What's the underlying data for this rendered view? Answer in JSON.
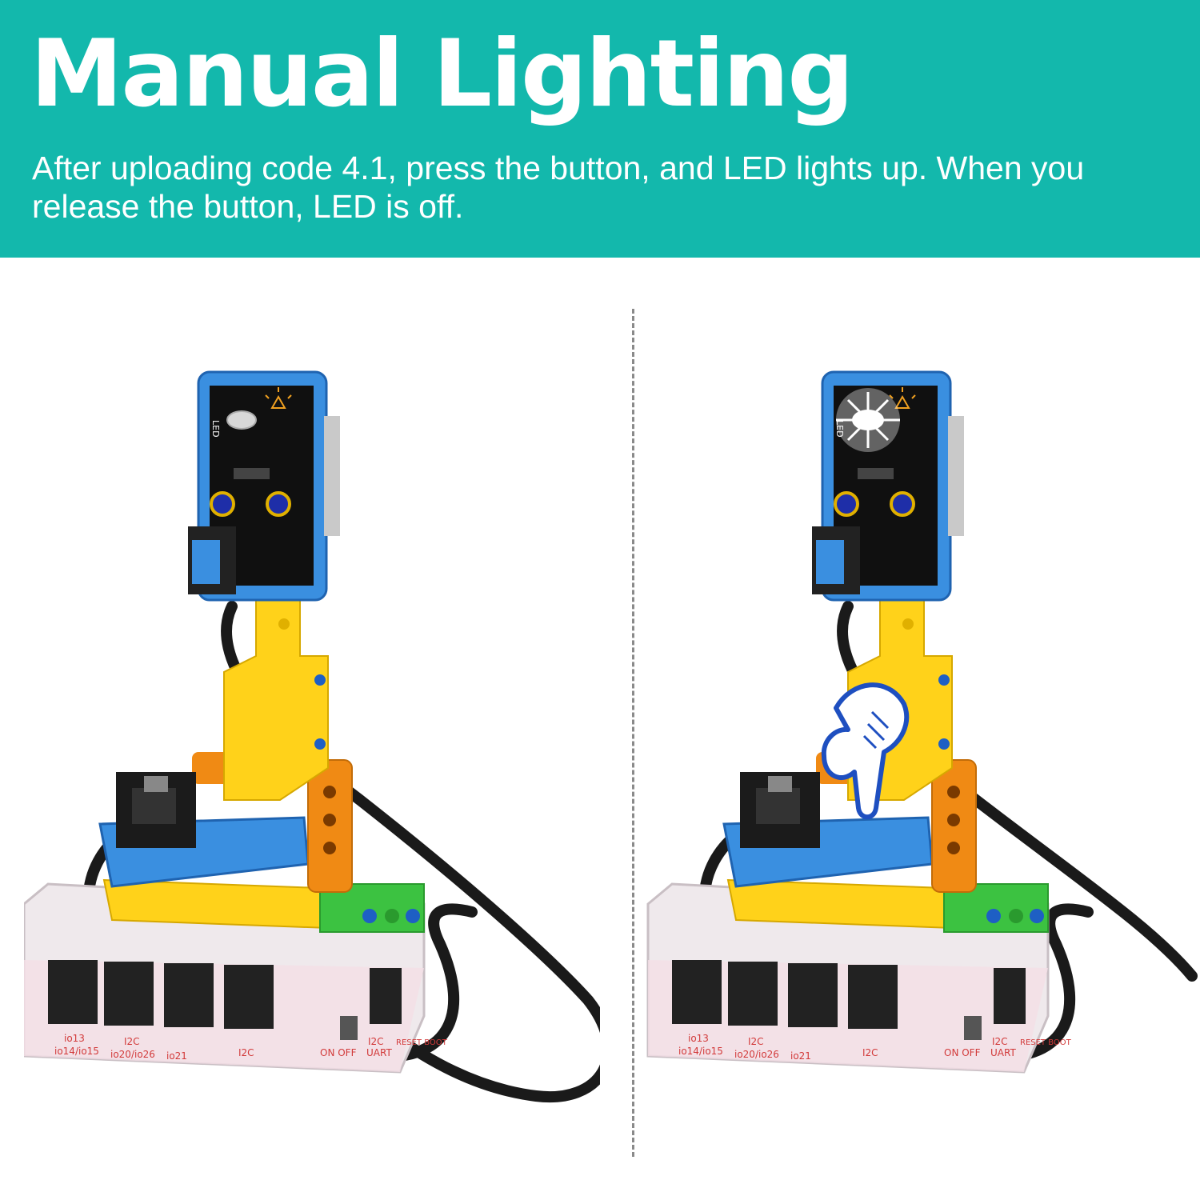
{
  "header": {
    "title": "Manual Lighting",
    "subtitle": "After uploading code 4.1, press the button, and LED lights up. When you release the button, LED is off."
  },
  "colors": {
    "banner": "#13b8ac",
    "text": "#ffffff",
    "module_blue": "#3a8fe0",
    "brick_yellow": "#ffd21a",
    "brick_orange": "#f08a14",
    "brick_green": "#3cc241",
    "cable": "#1a1a1a"
  },
  "left_photo": {
    "led_label": "LED",
    "led_state": "off"
  },
  "right_photo": {
    "led_label": "LED",
    "led_state": "on",
    "hand": "pressing-hand-icon"
  },
  "board_labels": {
    "port1_top": "io13",
    "port1_bottom": "io14/io15",
    "port2_top": "I2C",
    "port2_bottom": "io20/io26",
    "port3": "io21",
    "port4": "I2C",
    "switch": "ON OFF",
    "uart_top": "I2C",
    "uart_bottom": "UART",
    "reset": "RESET BOOT"
  }
}
